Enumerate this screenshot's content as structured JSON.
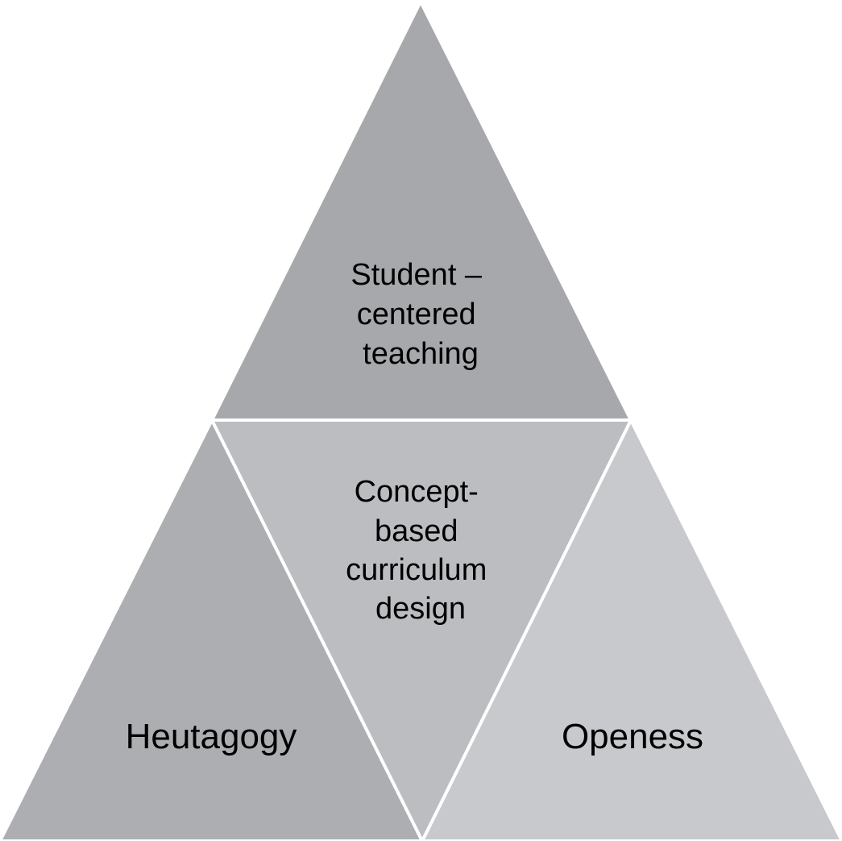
{
  "diagram": {
    "segments": {
      "top": {
        "lines": [
          "Student –",
          "centered",
          "teaching"
        ],
        "color": "#a6a8ab"
      },
      "center": {
        "lines": [
          "Concept-",
          "based",
          "curriculum",
          "design"
        ],
        "color": "#bbbdc0"
      },
      "left": {
        "lines": [
          "Heutagogy"
        ],
        "color": "#adaeb1"
      },
      "right": {
        "lines": [
          "Openess"
        ],
        "color": "#c8c9cc"
      }
    },
    "divider_color": "#ffffff"
  }
}
